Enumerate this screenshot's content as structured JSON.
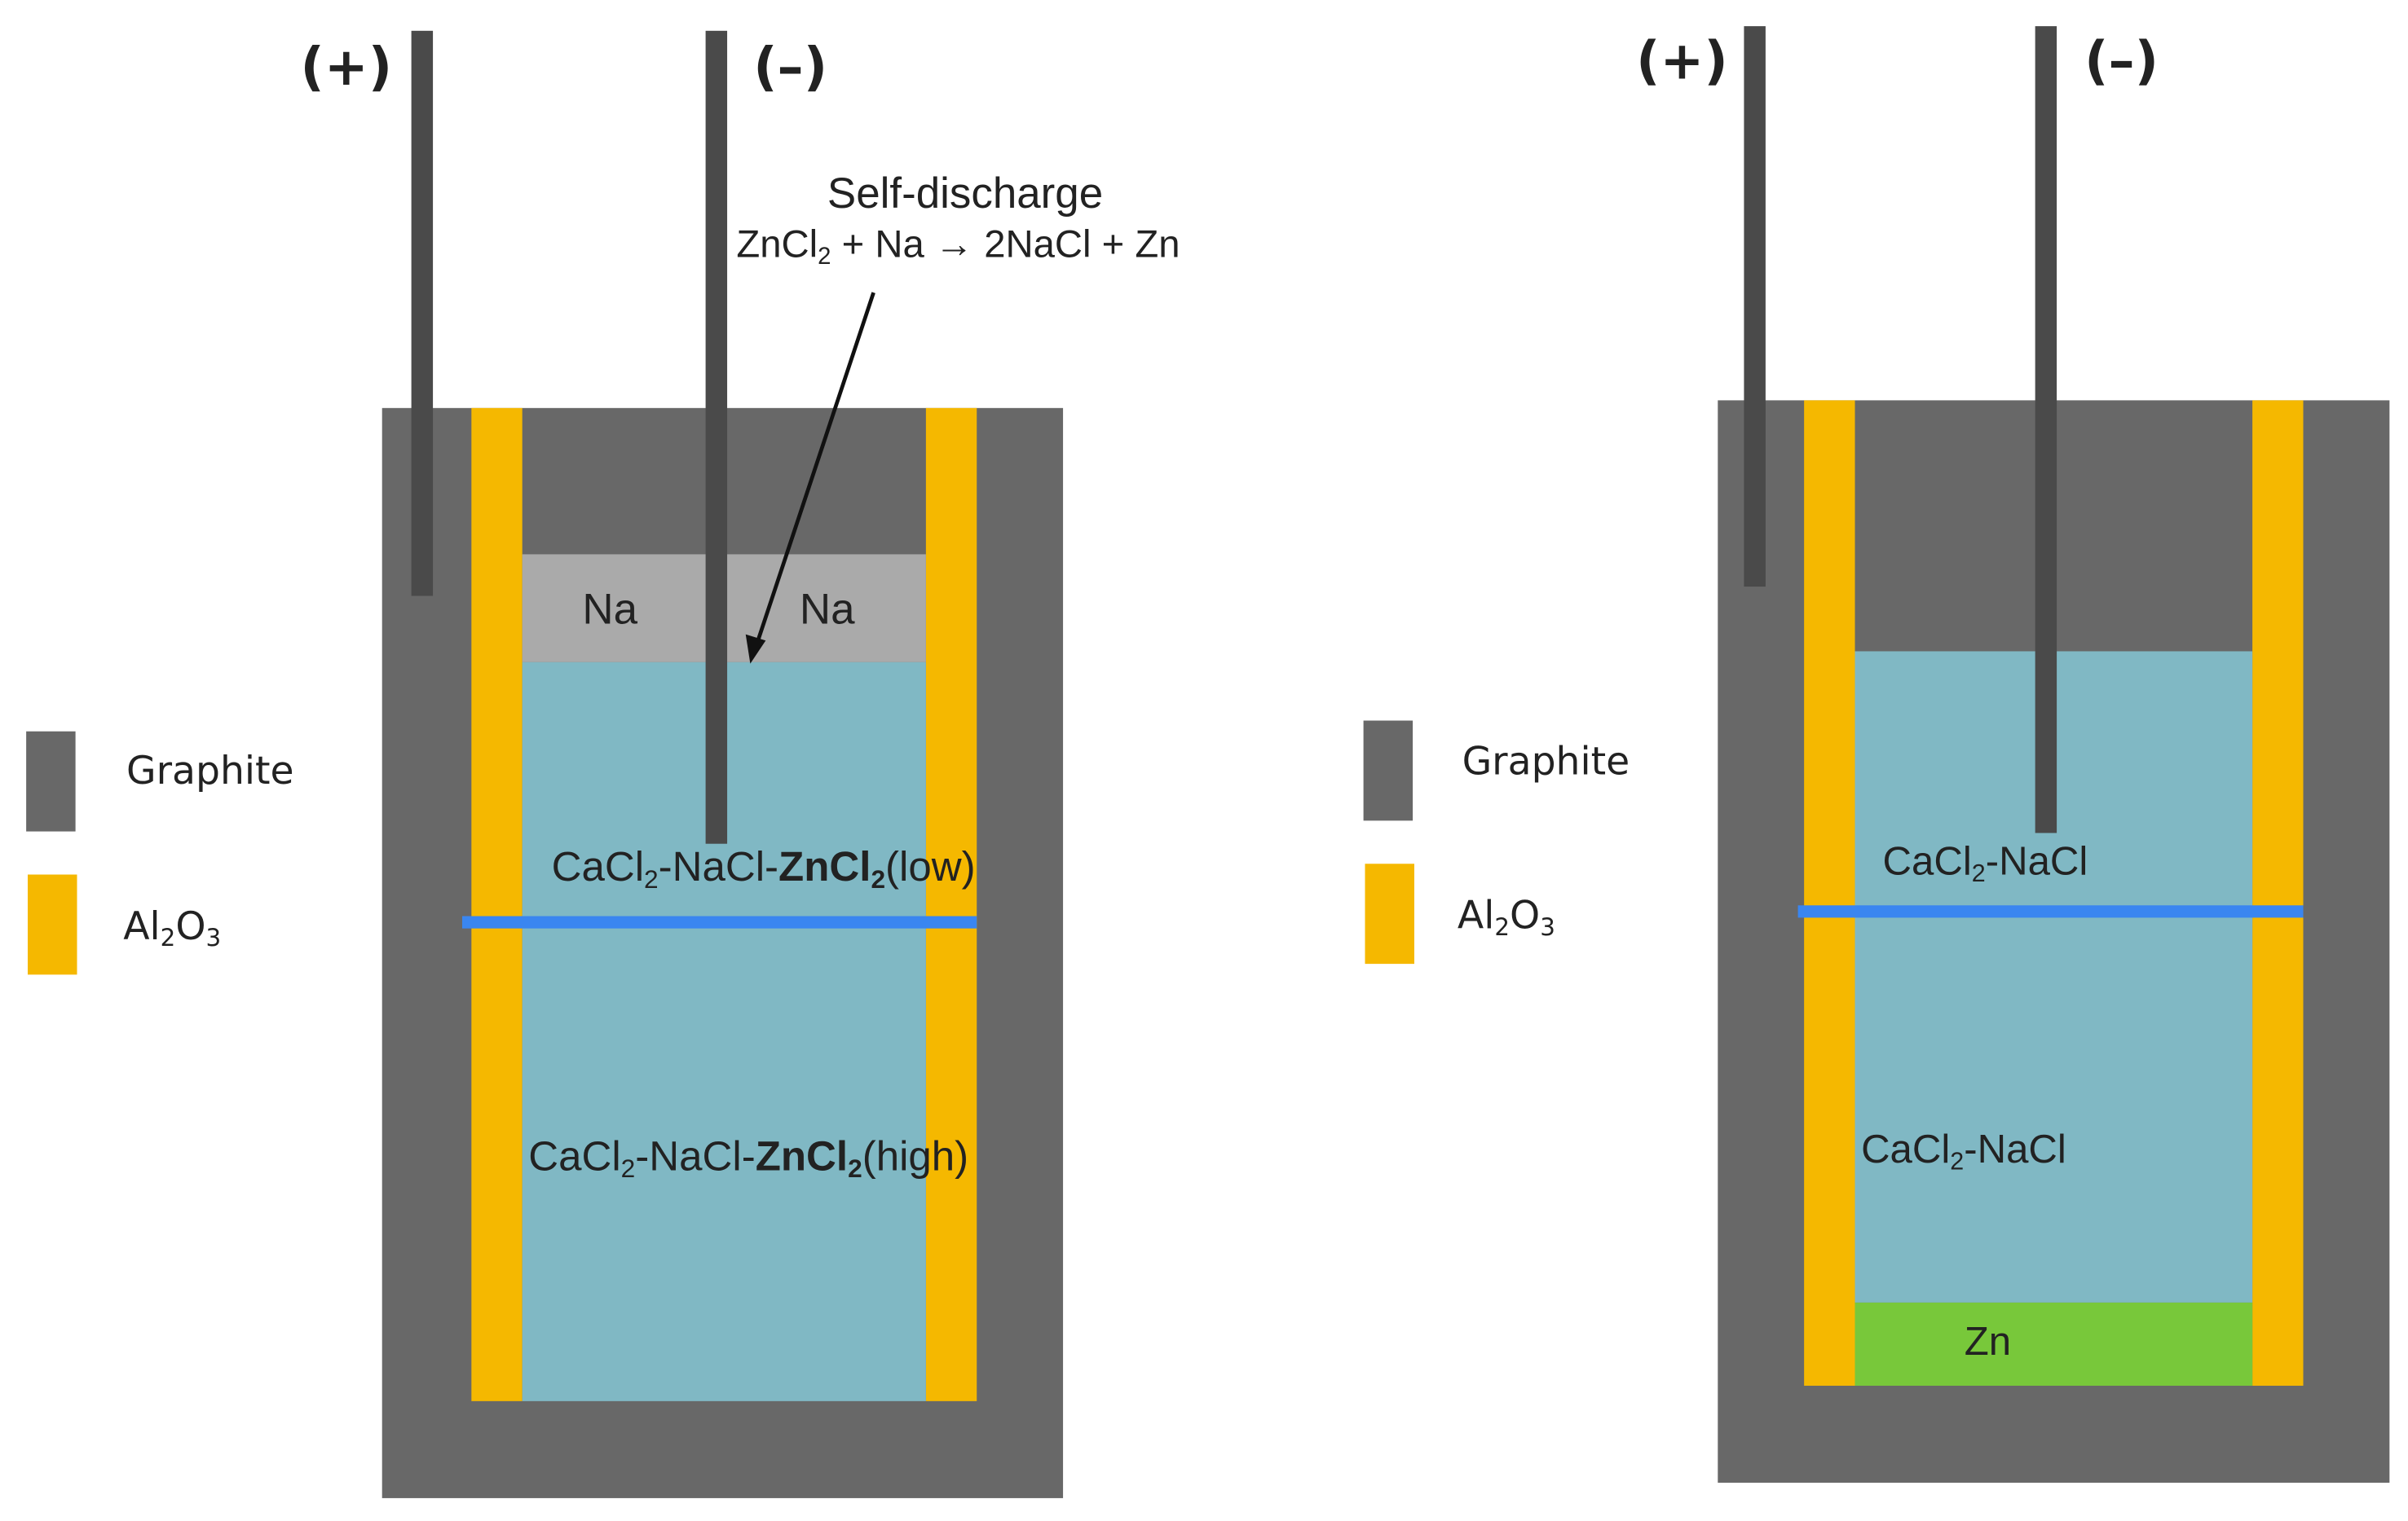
{
  "left_cell": {
    "pos_label": "(+)",
    "neg_label": "(–)",
    "na_left": "Na",
    "na_right": "Na",
    "annotation": {
      "title": "Self-discharge",
      "eq_a": "ZnCl",
      "eq_sub": "2",
      "eq_b": " + Na → 2NaCl + Zn"
    },
    "upper_salt": {
      "a": "CaCl",
      "sub1": "2",
      "b": "-NaCl-",
      "bold": "ZnCl",
      "sub2": "2",
      "c": "(low)"
    },
    "lower_salt": {
      "a": "CaCl",
      "sub1": "2",
      "b": "-NaCl-",
      "bold": "ZnCl",
      "sub2": "2",
      "c": "(high)"
    }
  },
  "right_cell": {
    "pos_label": "(+)",
    "neg_label": "(–)",
    "upper_salt": {
      "a": "CaCl",
      "sub1": "2",
      "b": "-NaCl"
    },
    "lower_salt": {
      "a": "CaCl",
      "sub1": "2",
      "b": "-NaCl"
    },
    "bottom_layer": "Zn"
  },
  "legend": {
    "graphite": "Graphite",
    "alumina": {
      "a": "Al",
      "s1": "2",
      "b": "O",
      "s2": "3"
    }
  },
  "colors": {
    "graphite": "#686868",
    "electrode_rod": "#4a4a4a",
    "alumina": "#f5b800",
    "molten_salt": "#80b8c4",
    "sodium": "#aaaaaa",
    "zinc": "#78c83a",
    "separator": "#3a86f0"
  }
}
